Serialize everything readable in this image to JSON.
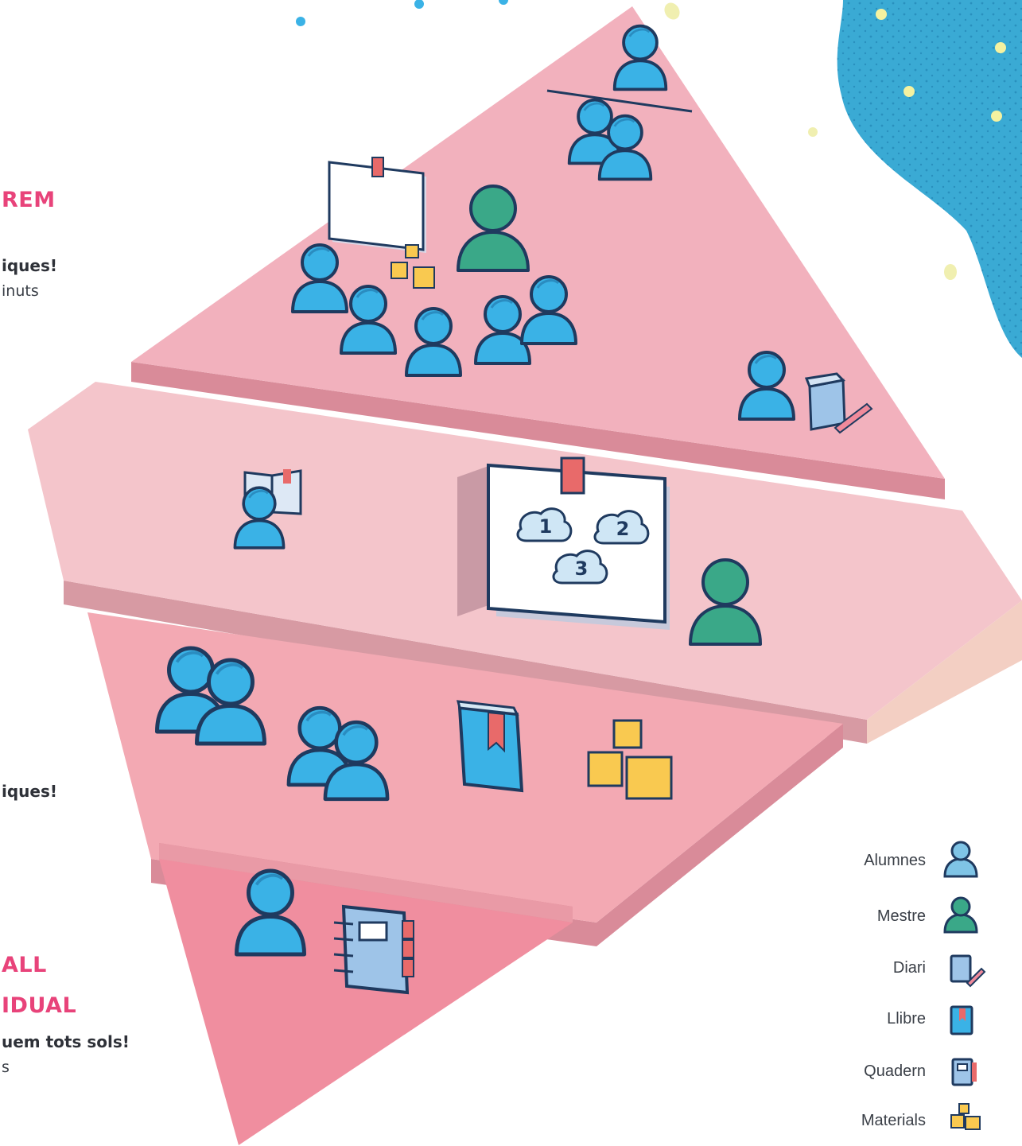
{
  "labels": {
    "top_heading": "REM",
    "top_subtitle": "iques!",
    "top_duration": "inuts",
    "mid_subtitle": "iques!",
    "bottom_heading_1": "ALL",
    "bottom_heading_2": "IDUAL",
    "bottom_subtitle": "uem tots sols!",
    "bottom_duration": "s"
  },
  "legend": [
    {
      "label": "Alumnes",
      "icon": "student-icon"
    },
    {
      "label": "Mestre",
      "icon": "teacher-icon"
    },
    {
      "label": "Diari",
      "icon": "diary-icon"
    },
    {
      "label": "Llibre",
      "icon": "book-icon"
    },
    {
      "label": "Quadern",
      "icon": "notebook-icon"
    },
    {
      "label": "Materials",
      "icon": "materials-icon"
    }
  ],
  "whiteboard_numbers": [
    "1",
    "2",
    "3"
  ],
  "colors": {
    "student": "#3ab2e6",
    "teacher": "#3aa888",
    "outline": "#1f3a5f",
    "heading_pink": "#e8437a",
    "level_pink": "#f2b1bd",
    "blob_blue": "#3aaad4"
  }
}
